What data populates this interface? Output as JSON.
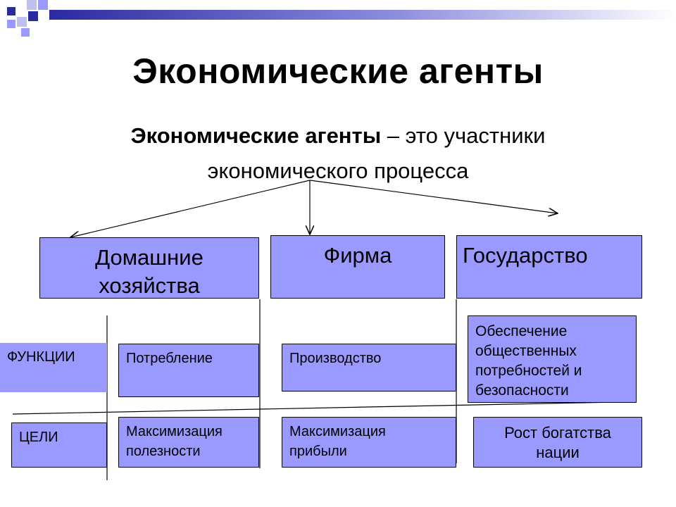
{
  "slide": {
    "title": "Экономические агенты",
    "definition": {
      "term": "Экономические агенты",
      "rest_line1": " – это участники",
      "line2": "экономического процесса"
    }
  },
  "agents": [
    {
      "label_line1": "Домашние",
      "label_line2": "хозяйства"
    },
    {
      "label_line1": "Фирма",
      "label_line2": ""
    },
    {
      "label_line1": "Государство",
      "label_line2": ""
    }
  ],
  "rows": {
    "functions_label": "ФУНКЦИИ",
    "goals_label": "ЦЕЛИ"
  },
  "functions": [
    {
      "line1": "Потребление",
      "line2": ""
    },
    {
      "line1": "Производство",
      "line2": ""
    },
    {
      "line1": "Обеспечение",
      "line2": "общественных",
      "line3": "потребностей и",
      "line4": "безопасности"
    }
  ],
  "goals": [
    {
      "line1": "Максимизация",
      "line2": "полезности"
    },
    {
      "line1": "Максимизация",
      "line2": "прибыли"
    },
    {
      "line1": "Рост богатства",
      "line2": "нации"
    }
  ],
  "colors": {
    "box_fill": "#9999ff",
    "deco_dark": "#2a2aa0",
    "deco_light": "#9999ff"
  }
}
